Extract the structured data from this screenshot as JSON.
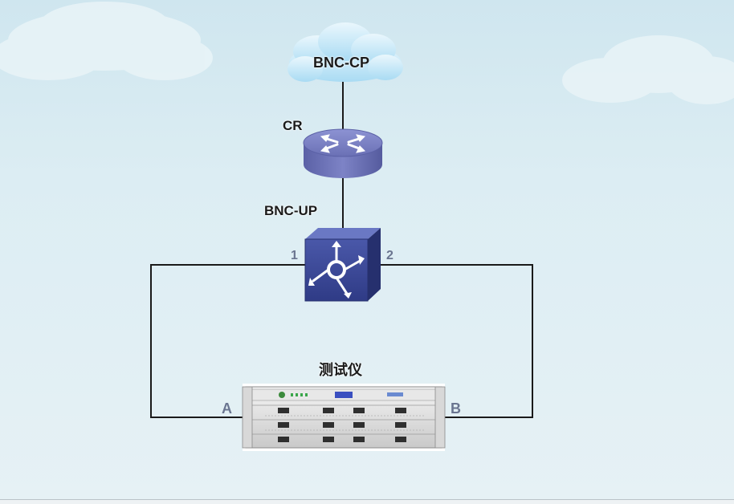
{
  "cloud": {
    "label": "BNC-CP",
    "icon": "cloud-icon"
  },
  "router": {
    "label": "CR",
    "icon": "router-icon"
  },
  "switch": {
    "label": "BNC-UP",
    "icon": "l3-switch-icon",
    "port_left": "1",
    "port_right": "2"
  },
  "tester": {
    "label": "测试仪",
    "icon": "test-chassis-icon",
    "port_left": "A",
    "port_right": "B"
  },
  "colors": {
    "background": "#dcedf3",
    "cloud_fill": "#bfe4f6",
    "router_fill": "#6f75b8",
    "switch_fill": "#3d4a99",
    "link": "#1a1a1a",
    "port_label": "#6a7590"
  }
}
